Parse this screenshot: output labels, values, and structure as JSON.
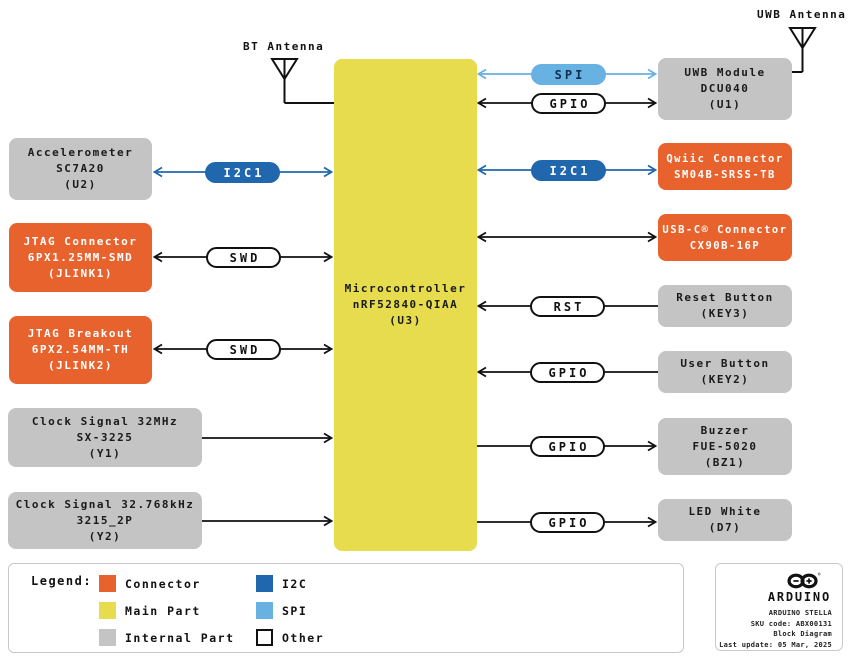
{
  "colors": {
    "connector_orange": "#E8622D",
    "main_part_yellow": "#E6DC4D",
    "internal_part_gray": "#C4C4C4",
    "i2c_blue": "#2167AE",
    "spi_light_blue": "#67B1E3",
    "wire_black": "#111111"
  },
  "antennas": {
    "bt_label": "BT Antenna",
    "uwb_label": "UWB Antenna"
  },
  "boxes": {
    "mcu": {
      "line1": "Microcontroller",
      "line2": "nRF52840-QIAA",
      "line3": "(U3)"
    },
    "accel": {
      "line1": "Accelerometer",
      "line2": "SC7A20",
      "line3": "(U2)"
    },
    "jlink1": {
      "line1": "JTAG Connector",
      "line2": "6PX1.25MM-SMD",
      "line3": "(JLINK1)"
    },
    "jlink2": {
      "line1": "JTAG Breakout",
      "line2": "6PX2.54MM-TH",
      "line3": "(JLINK2)"
    },
    "y1": {
      "line1": "Clock Signal 32MHz",
      "line2": "SX-3225",
      "line3": "(Y1)"
    },
    "y2": {
      "line1": "Clock Signal 32.768kHz",
      "line2": "3215_2P",
      "line3": "(Y2)"
    },
    "uwb": {
      "line1": "UWB Module",
      "line2": "DCU040",
      "line3": "(U1)"
    },
    "qwiic": {
      "line1": "Qwiic Connector",
      "line2": "SM04B-SRSS-TB"
    },
    "usbc": {
      "line1": "USB-C® Connector",
      "line2": "CX90B-16P"
    },
    "reset": {
      "line1": "Reset Button",
      "line2": "(KEY3)"
    },
    "user": {
      "line1": "User Button",
      "line2": "(KEY2)"
    },
    "buzzer": {
      "line1": "Buzzer",
      "line2": "FUE-5020",
      "line3": "(BZ1)"
    },
    "led": {
      "line1": "LED White",
      "line2": "(D7)"
    }
  },
  "pills": {
    "spi": "SPI",
    "gpio_uwb": "GPIO",
    "i2c1_left": "I2C1",
    "i2c1_right": "I2C1",
    "swd1": "SWD",
    "swd2": "SWD",
    "rst": "RST",
    "gpio_user": "GPIO",
    "gpio_buzzer": "GPIO",
    "gpio_led": "GPIO"
  },
  "legend": {
    "title": "Legend:",
    "connector": "Connector",
    "main_part": "Main Part",
    "internal_part": "Internal Part",
    "i2c": "I2C",
    "spi": "SPI",
    "other": "Other"
  },
  "title_block": {
    "brand": "ARDUINO",
    "product": "ARDUINO STELLA",
    "sku": "SKU code: ABX00131",
    "doc_type": "Block Diagram",
    "last_update": "Last update: 05 Mar, 2025"
  }
}
